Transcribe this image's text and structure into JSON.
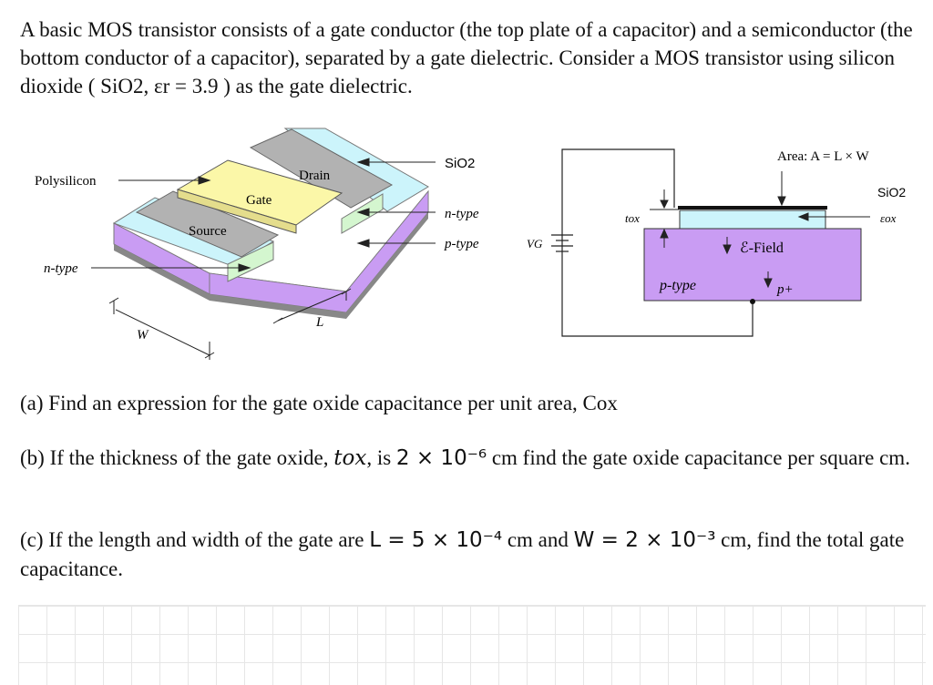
{
  "problem": {
    "intro": "A basic MOS transistor consists of a gate conductor (the top plate of a capacitor) and a semiconductor (the bottom conductor of a capacitor), separated by a gate dielectric. Consider a MOS transistor using silicon dioxide ( SiO2, εr = 3.9 ) as the gate dielectric.",
    "questions": {
      "a": "(a) Find an expression for the gate oxide capacitance per unit area, Cox",
      "b_pre": "(b) If the thickness of the gate oxide, ",
      "b_var": "tox",
      "b_mid": ", is ",
      "b_val": "2 × 10⁻⁶",
      "b_post": " cm find the gate oxide capacitance per square cm.",
      "c_pre": "(c) If the length and width of the gate are ",
      "c_L": "L = 5 × 10⁻⁴",
      "c_mid": " cm and ",
      "c_W": "W = 2 × 10⁻³",
      "c_post": " cm, find the total gate capacitance."
    }
  },
  "figure": {
    "left_labels": {
      "polysilicon": "Polysilicon",
      "ntype": "n-type",
      "gate": "Gate",
      "drain": "Drain",
      "source": "Source",
      "W": "W",
      "L": "L"
    },
    "mid_labels": {
      "sio2": "SiO2",
      "ntype": "n-type",
      "ptype": "p-type"
    },
    "right_labels": {
      "area": "Area: A = L × W",
      "sio2": "SiO2",
      "eox": "εox",
      "tox": "tox",
      "vg": "VG",
      "efield": "ℰ-Field",
      "ptype": "p-type",
      "pplus": "p+"
    },
    "colors": {
      "substrate": "#c99cf3",
      "oxide": "#ccf4fb",
      "gate": "#fbf7a8",
      "source_drain": "#b2b2b2",
      "implant": "#d4f6cf",
      "underside": "#888888"
    }
  }
}
